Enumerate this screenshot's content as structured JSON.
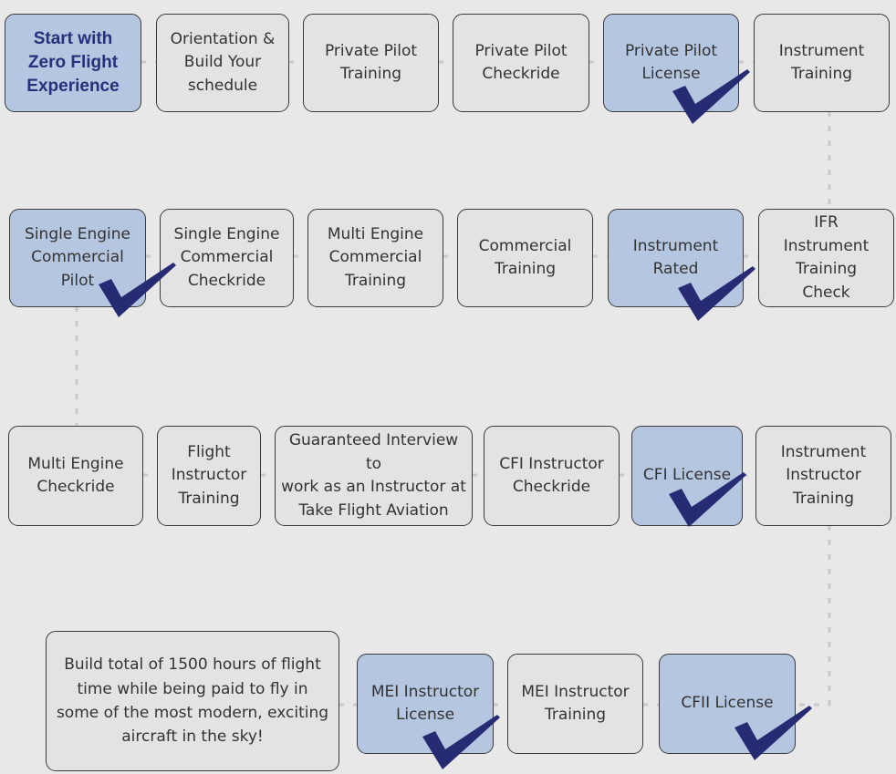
{
  "colors": {
    "completed_fill": "#b4c6e0",
    "pending_fill": "#e3e3e3",
    "checkmark": "#262b73",
    "connector": "#c9c9c9"
  },
  "steps": {
    "start": "Start with\nZero Flight\nExperience",
    "orientation": "Orientation &\nBuild Your\nschedule",
    "ppl_training": "Private Pilot\nTraining",
    "ppl_checkride": "Private Pilot\nCheckride",
    "ppl_license": "Private Pilot\nLicense",
    "instrument_training": "Instrument\nTraining",
    "ifr_check": "IFR\nInstrument\nTraining\nCheck",
    "instrument_rated": "Instrument\nRated",
    "commercial_training": "Commercial\nTraining",
    "multi_comm_training": "Multi Engine\nCommercial\nTraining",
    "single_comm_checkride": "Single Engine\nCommercial\nCheckride",
    "single_comm_pilot": "Single Engine\nCommercial\nPilot",
    "multi_checkride": "Multi Engine\nCheckride",
    "fi_training": "Flight\nInstructor\nTraining",
    "interview": "Guaranteed Interview to\nwork as an Instructor at\nTake Flight Aviation",
    "cfi_checkride": "CFI Instructor\nCheckride",
    "cfi_license": "CFI License",
    "ii_training": "Instrument\nInstructor\nTraining",
    "cfii_license": "CFII License",
    "mei_training": "MEI Instructor\nTraining",
    "mei_license": "MEI Instructor\nLicense",
    "build_hours": "Build total of 1500 hours of flight\ntime while being paid to fly in\nsome of the most modern, exciting\naircraft in the sky!"
  },
  "completed_steps": [
    "start",
    "ppl_license",
    "instrument_rated",
    "single_comm_pilot",
    "cfi_license",
    "cfii_license",
    "mei_license"
  ],
  "checkmarked_steps": [
    "ppl_license",
    "instrument_rated",
    "single_comm_pilot",
    "cfi_license",
    "cfii_license",
    "mei_license"
  ],
  "check_icon": "checkmark-icon"
}
